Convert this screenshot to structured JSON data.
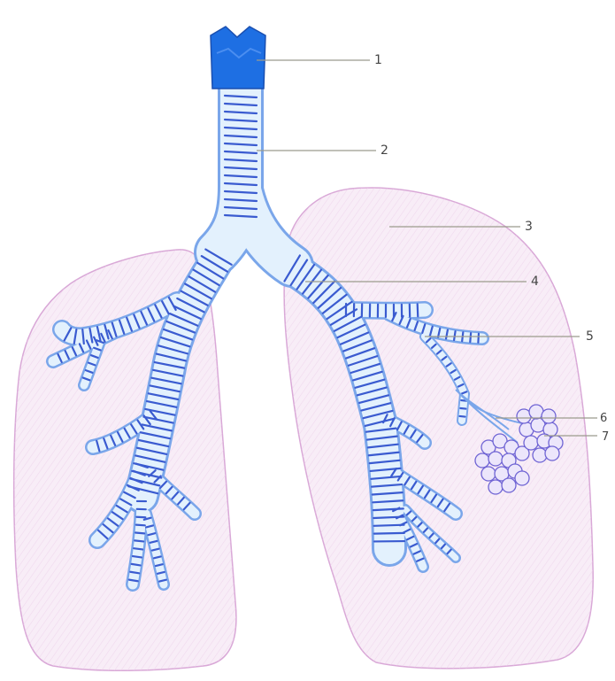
{
  "diagram": {
    "labels": [
      "1",
      "2",
      "3",
      "4",
      "5",
      "6",
      "7"
    ],
    "colors": {
      "lung_fill": "#f7eaf6",
      "lung_outline": "#d8a6d6",
      "lung_hatch": "#e9c9e7",
      "airway_fill": "#dfeffd",
      "airway_outline": "#6f9ee8",
      "ring": "#3b57c9",
      "larynx": "#1f6fe0",
      "leader": "#9a9a8c",
      "alveoli": "#7b6fd8"
    }
  }
}
